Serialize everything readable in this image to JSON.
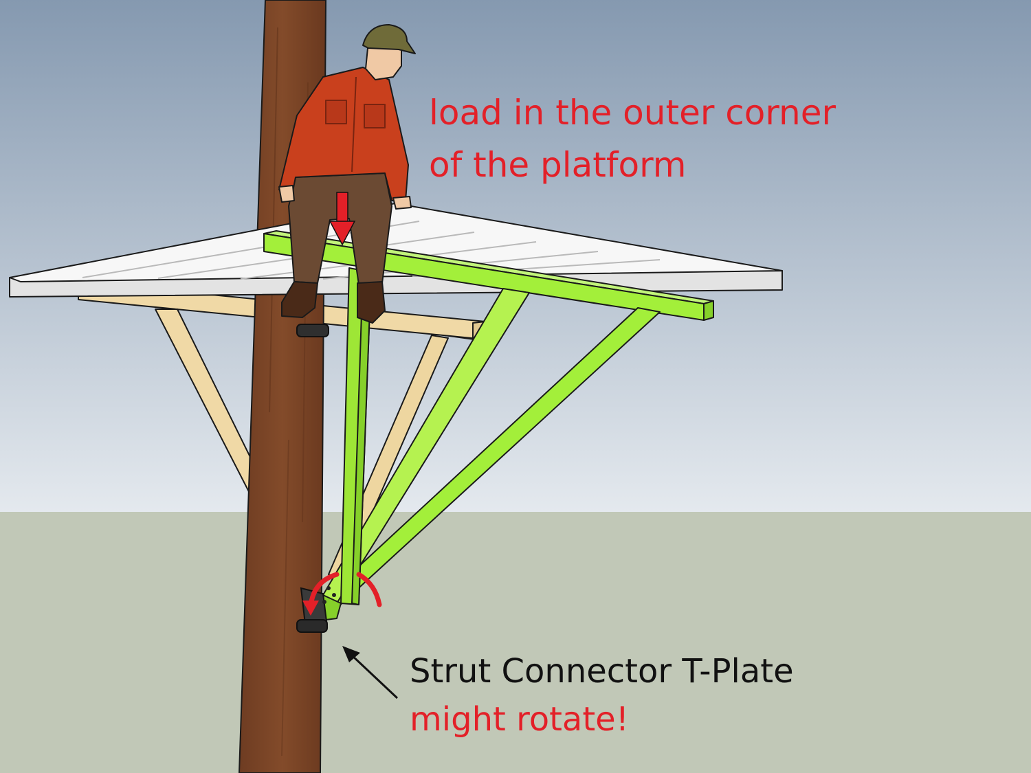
{
  "annotations": {
    "load": {
      "line1": "load in the outer corner",
      "line2": "of the platform",
      "color": "#e32028"
    },
    "connector": {
      "name": "Strut Connector T-Plate",
      "warning": "might rotate!",
      "name_color": "#111111",
      "warning_color": "#e32028"
    }
  },
  "colors": {
    "sky_top": "#8599b0",
    "sky_bottom": "#e4e9ee",
    "ground": "#c1c8b7",
    "trunk": "#7a4527",
    "decking": "#f7f7f7",
    "wood_frame": "#f0d9a6",
    "highlight_frame": "#a3ef3a",
    "shirt": "#c9401d",
    "pants": "#6b4a33",
    "cap": "#6f6b39",
    "arrow": "#e32028"
  }
}
